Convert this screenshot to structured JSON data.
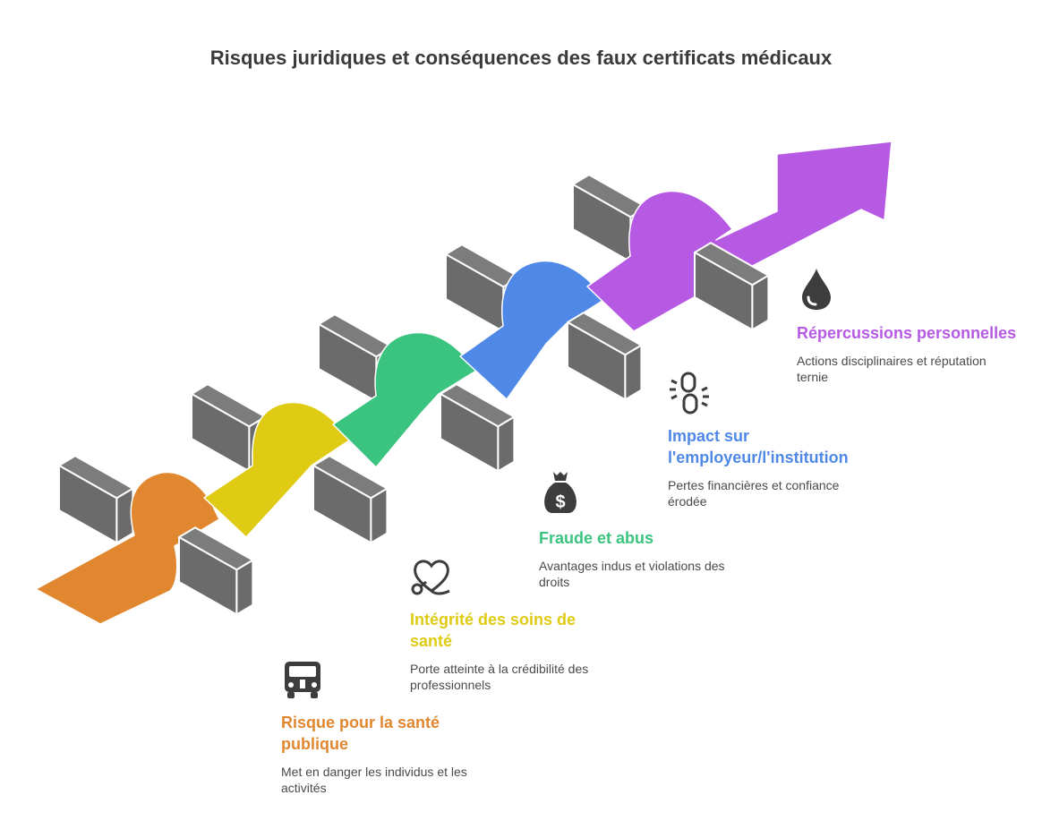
{
  "title": "Risques juridiques et conséquences des faux certificats médicaux",
  "colors": {
    "block": "#6b6b6b",
    "block_top": "#7c7c7c",
    "block_stroke": "#ffffff",
    "icon": "#3d3d3d"
  },
  "steps": [
    {
      "heading": "Risque pour la santé publique",
      "description": "Met en danger les individus et les activités",
      "icon": "ambulance-icon",
      "color": "#e08730"
    },
    {
      "heading": "Intégrité des soins de santé",
      "description": "Porte atteinte à la crédibilité des professionnels",
      "icon": "stethoscope-heart-icon",
      "color": "#dfcb14"
    },
    {
      "heading": "Fraude et abus",
      "description": "Avantages indus et violations des droits",
      "icon": "money-bag-icon",
      "color": "#3bc47f"
    },
    {
      "heading": "Impact sur l'employeur/l'institution",
      "description": "Pertes financières et confiance érodée",
      "icon": "broken-chain-icon",
      "color": "#4f88e6"
    },
    {
      "heading": "Répercussions personnelles",
      "description": "Actions disciplinaires et réputation ternie",
      "icon": "drop-icon",
      "color": "#b65ae4"
    }
  ]
}
